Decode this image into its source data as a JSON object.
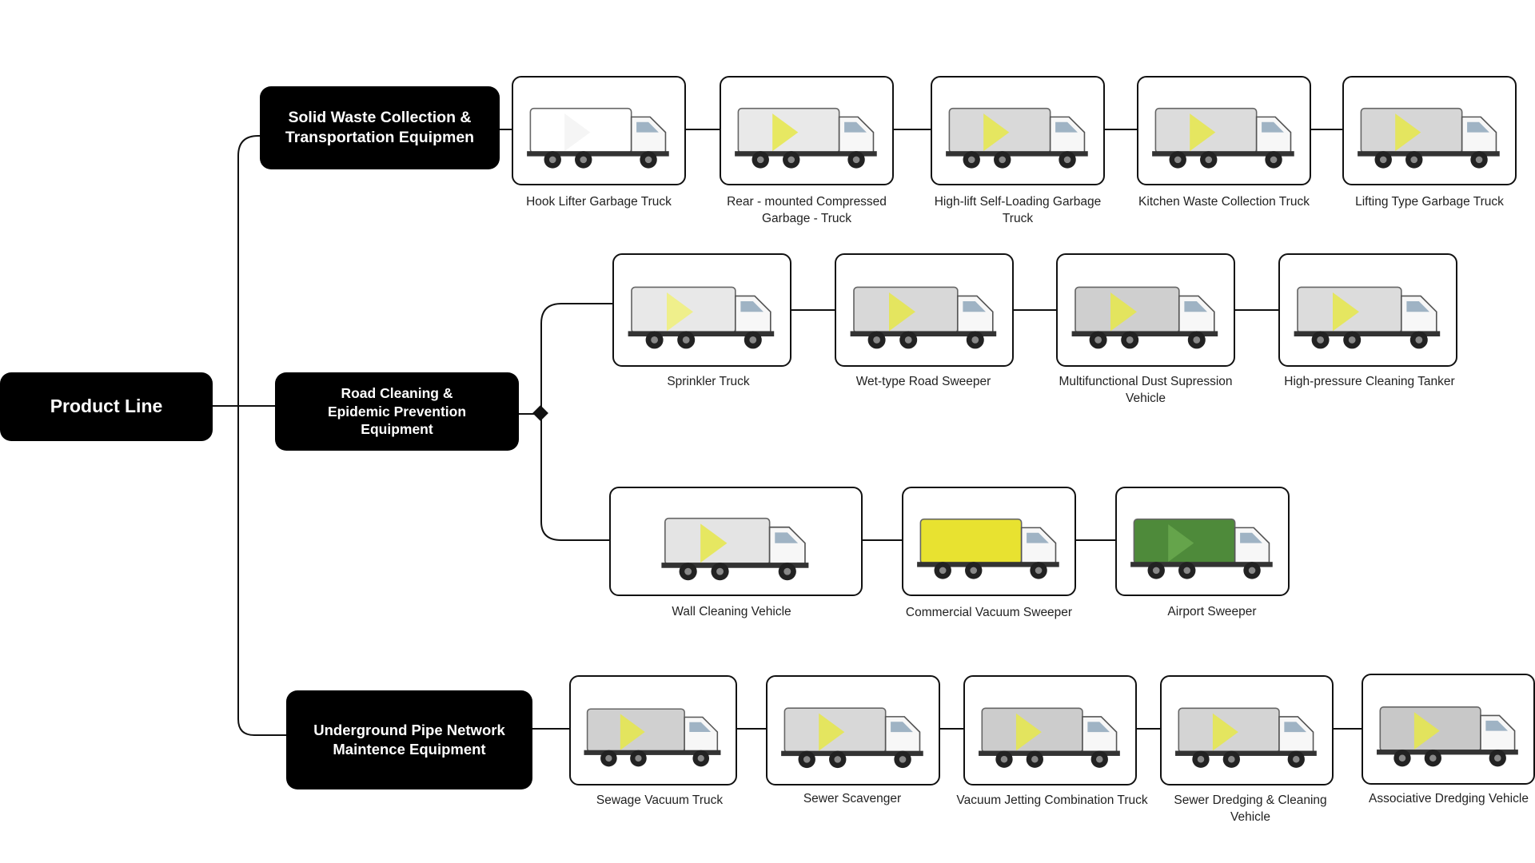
{
  "root": {
    "label": "Product Line"
  },
  "categories": [
    {
      "label": "Solid Waste Collection & Transportation Equipmen",
      "items": [
        {
          "label": "Hook Lifter Garbage Truck",
          "icon": "hook-lifter-truck-icon",
          "body": "#ffffff",
          "accent": "#f3f3f3"
        },
        {
          "label": "Rear - mounted Compressed Garbage - Truck",
          "icon": "compressor-truck-icon",
          "body": "#e9e9e9",
          "accent": "#e6e84a"
        },
        {
          "label": "High-lift Self-Loading Garbage Truck",
          "icon": "self-loading-truck-icon",
          "body": "#d9d9d9",
          "accent": "#e6e84a"
        },
        {
          "label": "Kitchen Waste Collection Truck",
          "icon": "kitchen-waste-truck-icon",
          "body": "#dcdcdc",
          "accent": "#e6e84a"
        },
        {
          "label": "Lifting Type Garbage Truck",
          "icon": "lifting-truck-icon",
          "body": "#d6d6d6",
          "accent": "#e6e84a"
        }
      ]
    },
    {
      "label": "Road Cleaning & Epidemic Prevention Equipment",
      "items": [
        {
          "label": "Sprinkler Truck",
          "icon": "sprinkler-truck-icon",
          "body": "#e8e8e8",
          "accent": "#f0f07a"
        },
        {
          "label": "Wet-type Road Sweeper",
          "icon": "road-sweeper-icon",
          "body": "#d8d8d8",
          "accent": "#e6e84a"
        },
        {
          "label": "Multifunctional Dust Supression Vehicle",
          "icon": "dust-suppression-truck-icon",
          "body": "#cfcfcf",
          "accent": "#e6e84a"
        },
        {
          "label": "High-pressure Cleaning Tanker",
          "icon": "cleaning-tanker-icon",
          "body": "#dcdcdc",
          "accent": "#e6e84a"
        },
        {
          "label": "Wall Cleaning Vehicle",
          "icon": "wall-cleaning-vehicle-icon",
          "body": "#e4e4e4",
          "accent": "#e6e84a"
        },
        {
          "label": "Commercial Vacuum Sweeper",
          "icon": "vacuum-sweeper-icon",
          "body": "#e8e230",
          "accent": "#e8e230"
        },
        {
          "label": "Airport Sweeper",
          "icon": "airport-sweeper-icon",
          "body": "#4e8a3a",
          "accent": "#6aa84f"
        }
      ]
    },
    {
      "label": "Underground Pipe Network Maintence Equipment",
      "items": [
        {
          "label": "Sewage Vacuum Truck",
          "icon": "sewage-vacuum-truck-icon",
          "body": "#d0d0d0",
          "accent": "#e6e84a"
        },
        {
          "label": "Sewer Scavenger",
          "icon": "sewer-scavenger-icon",
          "body": "#d8d8d8",
          "accent": "#e6e84a"
        },
        {
          "label": "Vacuum Jetting Combination Truck",
          "icon": "jetting-truck-icon",
          "body": "#cccccc",
          "accent": "#e6e84a"
        },
        {
          "label": "Sewer Dredging & Cleaning Vehicle",
          "icon": "dredging-vehicle-icon",
          "body": "#d4d4d4",
          "accent": "#e6e84a"
        },
        {
          "label": "Associative Dredging Vehicle",
          "icon": "associative-dredging-vehicle-icon",
          "body": "#c8c8c8",
          "accent": "#e6e84a"
        }
      ]
    }
  ]
}
